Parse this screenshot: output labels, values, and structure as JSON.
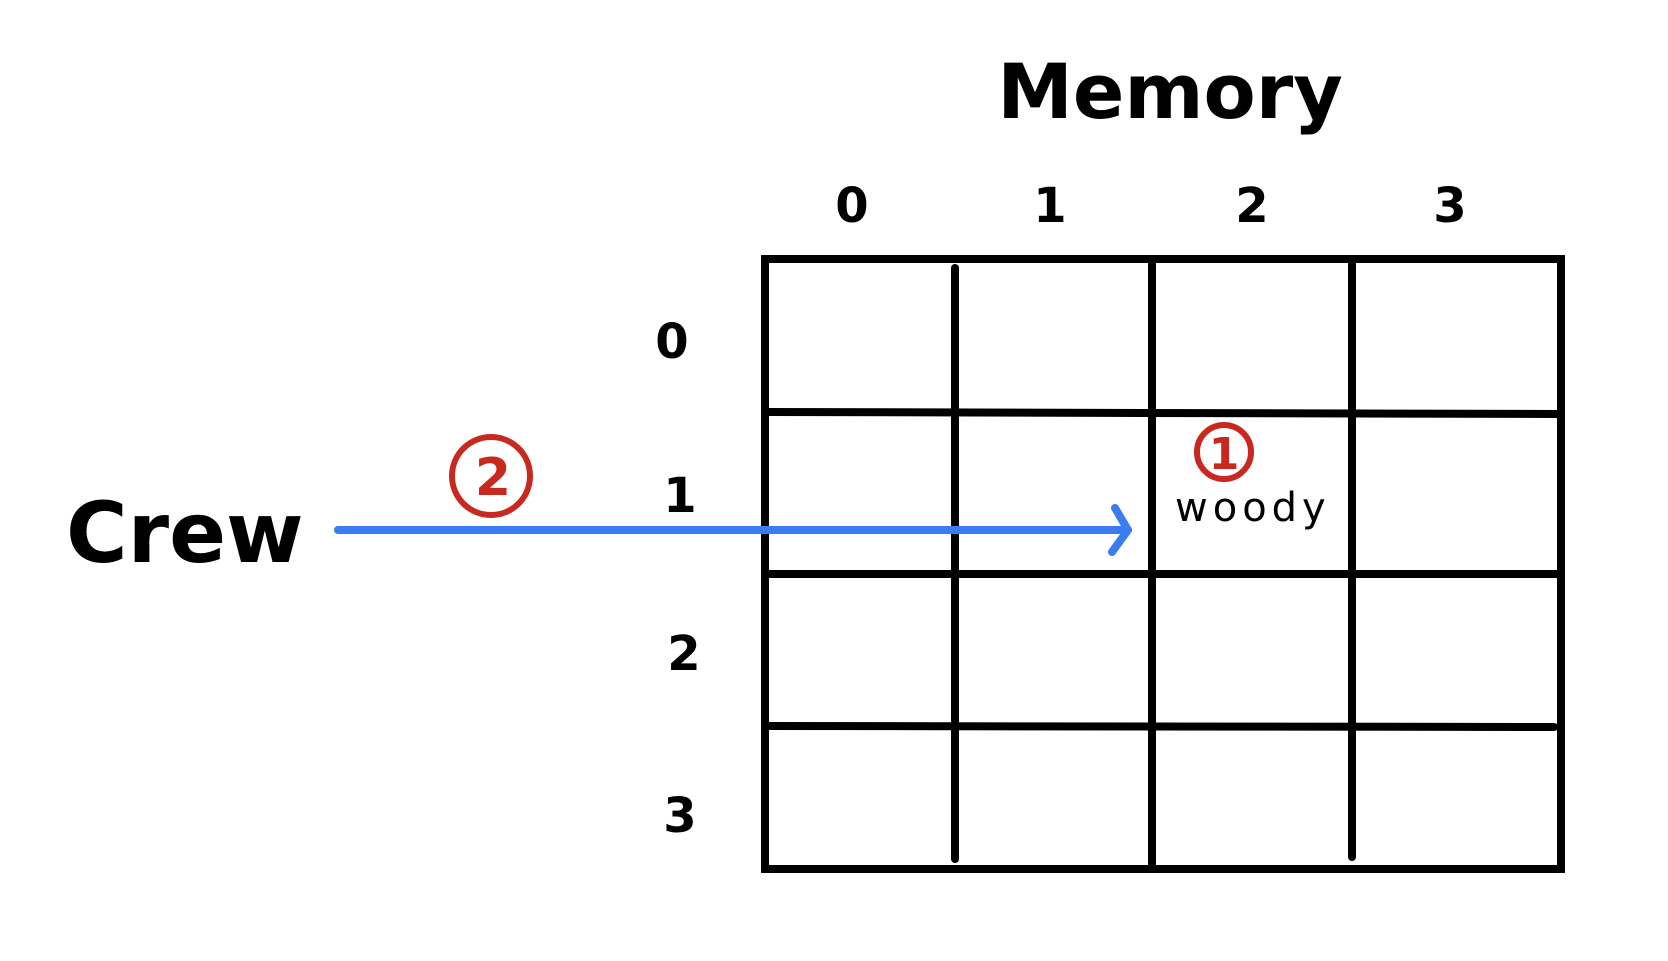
{
  "title": "Memory",
  "pointer_label": "Crew",
  "column_labels": [
    "0",
    "1",
    "2",
    "3"
  ],
  "row_labels": [
    "0",
    "1",
    "2",
    "3"
  ],
  "cell_value": {
    "text": "woody",
    "row": 1,
    "col": 2
  },
  "steps": {
    "first": "1",
    "second": "2"
  },
  "colors": {
    "stroke": "#000000",
    "arrow": "#3b7cf0",
    "step": "#c8281e"
  }
}
